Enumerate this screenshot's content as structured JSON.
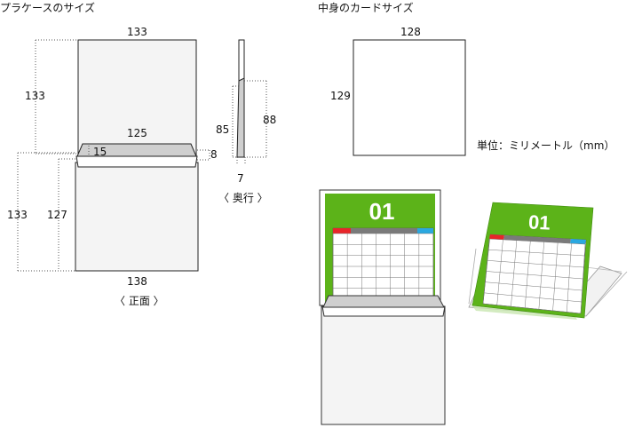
{
  "case_section": {
    "title": "プラケースのサイズ",
    "front_view_caption": "〈 正面 〉",
    "depth_view_caption": "〈 奥行 〉",
    "dimensions": {
      "top_width": "133",
      "top_height": "133",
      "base_width_top": "125",
      "stand_15": "15",
      "stand_8": "8",
      "bottom_height_outer": "133",
      "bottom_height_inner": "127",
      "bottom_width": "138",
      "depth_85": "85",
      "depth_88": "88",
      "depth_7": "7"
    }
  },
  "card_section": {
    "title": "中身のカードサイズ",
    "width": "128",
    "height": "129",
    "unit_note": "単位：ミリメートル（mm）"
  },
  "illustrations": {
    "calendar_month_front": "01",
    "calendar_month_angled": "01",
    "colors": {
      "green": "#5cb319",
      "red": "#e8262a",
      "blue": "#2aa8e0",
      "gray_bar": "#7a7a7a",
      "panel": "#f4f4f4",
      "stand": "#cfcfcf"
    }
  }
}
